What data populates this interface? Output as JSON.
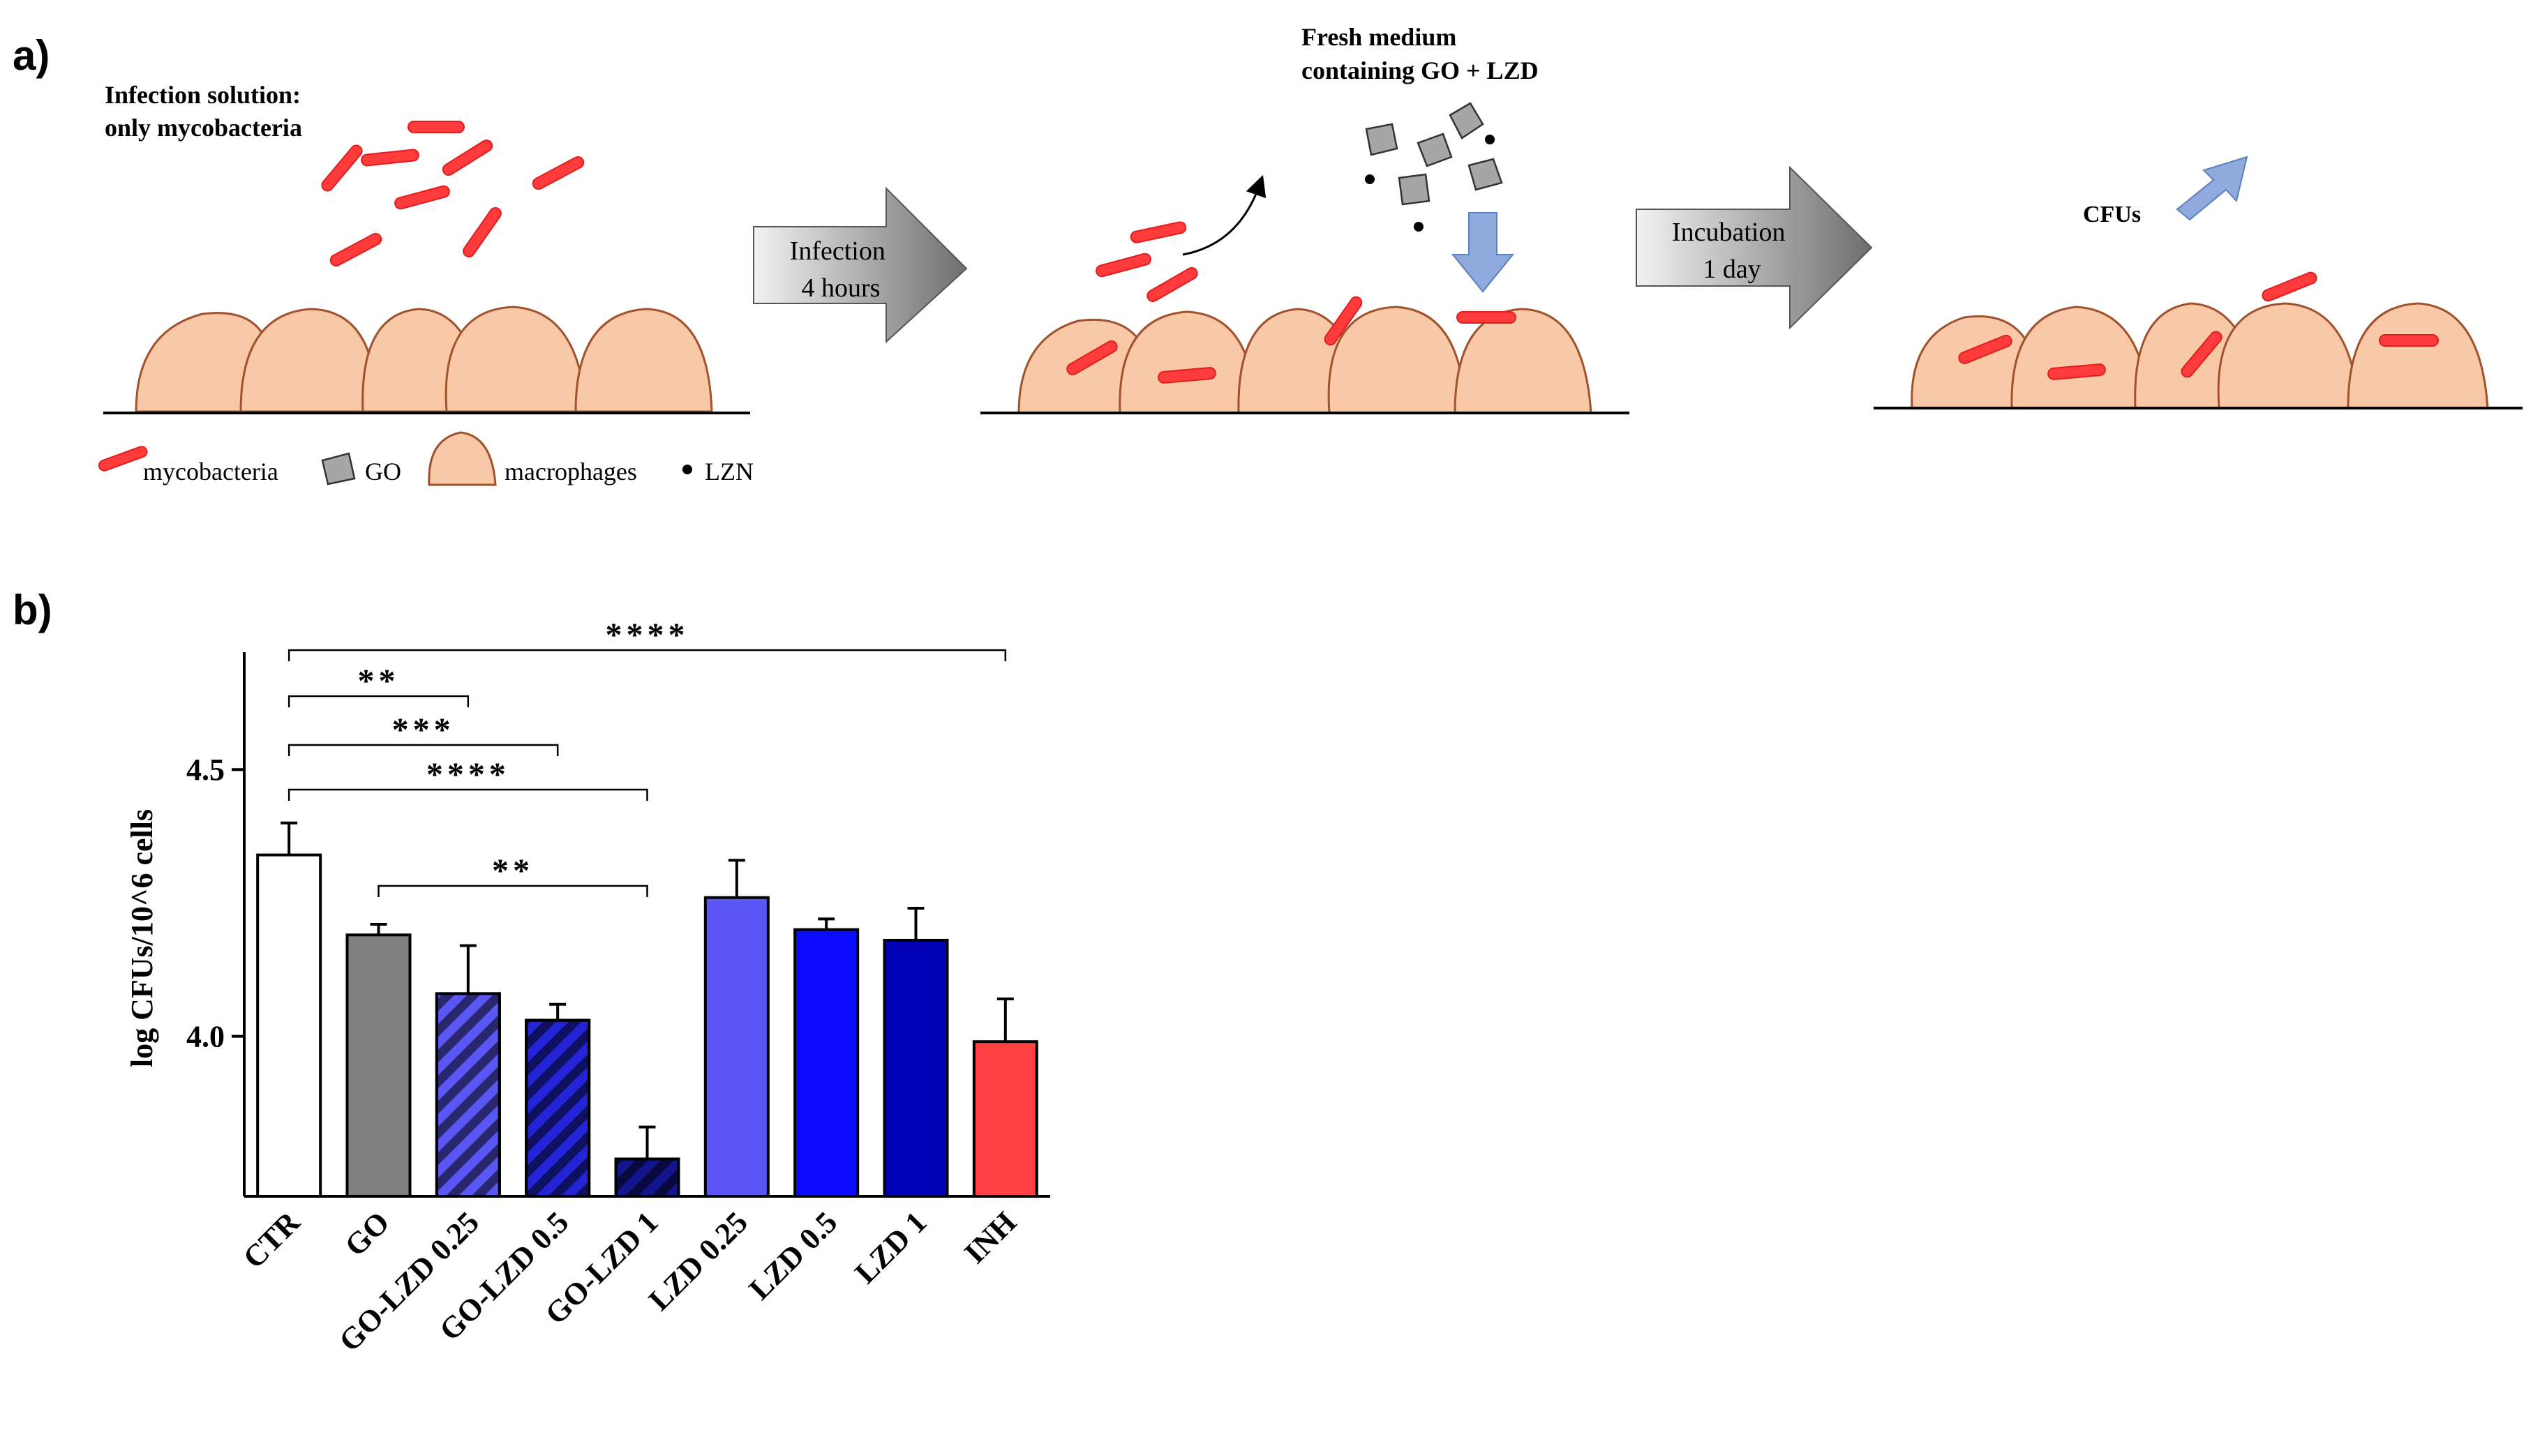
{
  "panel_a": {
    "label": "a)",
    "infection_solution": [
      "Infection solution:",
      "only mycobacteria"
    ],
    "fresh_medium": [
      "Fresh medium",
      "containing GO + LZD"
    ],
    "arrow1": [
      "Infection",
      "4 hours"
    ],
    "arrow2": [
      "Incubation",
      "1 day"
    ],
    "cfus": "CFUs",
    "legend": {
      "mycobacteria": "mycobacteria",
      "go": "GO",
      "macrophages": "macrophages",
      "lzn": "LZN"
    },
    "colors": {
      "bacteria": "#ff3b3b",
      "macrophage": "#f9c9a7",
      "macrophage_edge": "#a0522d",
      "go": "#a6a6a6",
      "blue_arrow": "#8faadc"
    }
  },
  "panel_b": {
    "label": "b)"
  },
  "chart_data": {
    "type": "bar",
    "categories": [
      "CTR",
      "GO",
      "GO-LZD 0.25",
      "GO-LZD 0.5",
      "GO-LZD 1",
      "LZD 0.25",
      "LZD 0.5",
      "LZD 1",
      "INH"
    ],
    "values": [
      4.34,
      4.19,
      4.08,
      4.03,
      3.77,
      4.26,
      4.2,
      4.18,
      3.99
    ],
    "errors": [
      0.06,
      0.02,
      0.09,
      0.03,
      0.06,
      0.07,
      0.02,
      0.06,
      0.08
    ],
    "colors": [
      "#ffffff",
      "#808080",
      "#5b57f5",
      "#2323d8",
      "#14148c",
      "#5b57f5",
      "#0a0aff",
      "#0000b4",
      "#ff4040"
    ],
    "hatched": [
      false,
      false,
      true,
      true,
      true,
      false,
      false,
      false,
      false
    ],
    "ylabel": "log CFUs/10^6 cells",
    "ylim": [
      3.7,
      4.72
    ],
    "yticks": [
      "4.0",
      "4.5"
    ],
    "ytick_values": [
      4.0,
      4.5
    ],
    "significance": [
      {
        "from": 0,
        "to": 8,
        "label": "****"
      },
      {
        "from": 0,
        "to": 2,
        "label": "**"
      },
      {
        "from": 0,
        "to": 3,
        "label": "***"
      },
      {
        "from": 0,
        "to": 4,
        "label": "****"
      },
      {
        "from": 1,
        "to": 4,
        "label": "**"
      }
    ]
  }
}
